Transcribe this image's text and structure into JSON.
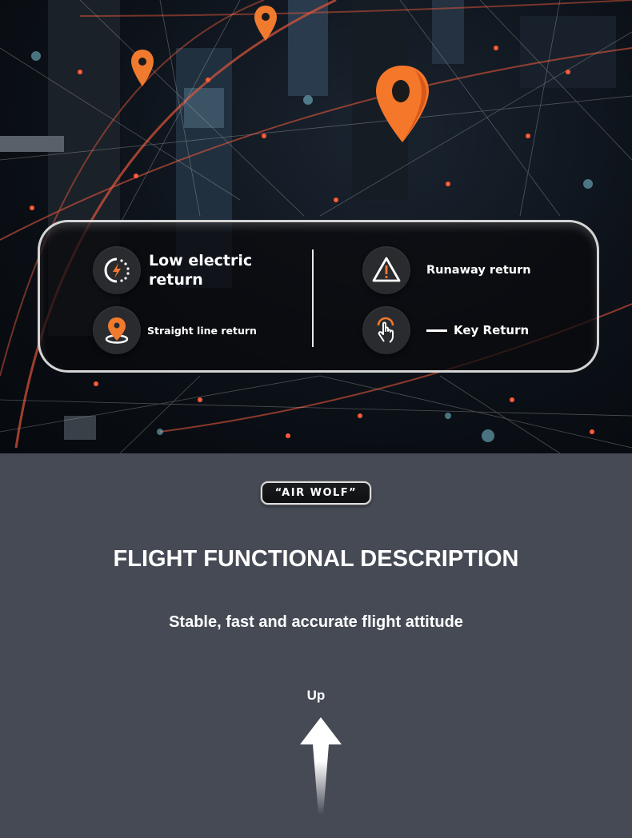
{
  "hero": {
    "background": "night-city-network",
    "pins": [
      {
        "name": "map-pin-small-left",
        "color": "#f07a2e"
      },
      {
        "name": "map-pin-small-top",
        "color": "#f07a2e"
      },
      {
        "name": "map-pin-large",
        "color": "#f5772a"
      }
    ]
  },
  "features_panel": {
    "left": [
      {
        "icon": "battery-low-bolt-icon",
        "label": "Low electric return"
      },
      {
        "icon": "location-pin-icon",
        "label": "Straight line return"
      }
    ],
    "right": [
      {
        "icon": "warning-triangle-icon",
        "label": "Runaway return"
      },
      {
        "icon": "tap-hand-icon",
        "label": "Key Return"
      }
    ]
  },
  "badge": {
    "label": "“AIR WOLF”"
  },
  "section": {
    "title": "FLIGHT FUNCTIONAL DESCRIPTION",
    "subtitle": "Stable, fast and accurate flight attitude",
    "direction_label": "Up",
    "direction_icon": "arrow-up-icon"
  },
  "colors": {
    "accent": "#f07a2e",
    "lower_background": "#454a55",
    "text": "#ffffff"
  }
}
